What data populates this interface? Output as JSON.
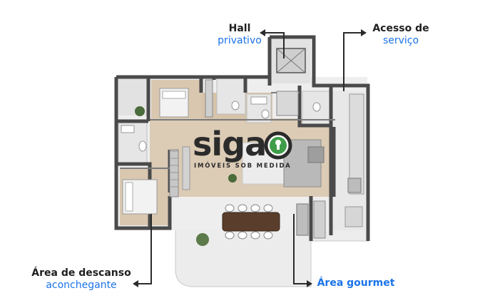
{
  "labels": {
    "hall_line1": "Hall",
    "hall_line2": "privativo",
    "service_line1": "Acesso de",
    "service_line2": "serviço",
    "rest_line1": "Área de descanso",
    "rest_line2": "aconchegante",
    "gourmet": "Área gourmet"
  },
  "watermark": {
    "brand": "siga",
    "tagline": "IMÓVEIS SOB MEDIDA"
  },
  "colors": {
    "accent_blue": "#1a73e8",
    "label_dark": "#1f1f1f",
    "wall": "#4a4a4a",
    "wood_floor": "#d9c7b0",
    "tile_floor": "#e6e6e6",
    "watermark_green": "#3f9d4a",
    "watermark_dark": "#2b2b2b"
  },
  "icons": [
    "arrow-left-icon",
    "arrow-right-icon",
    "arrow-down-icon",
    "watermark-logo-icon"
  ]
}
